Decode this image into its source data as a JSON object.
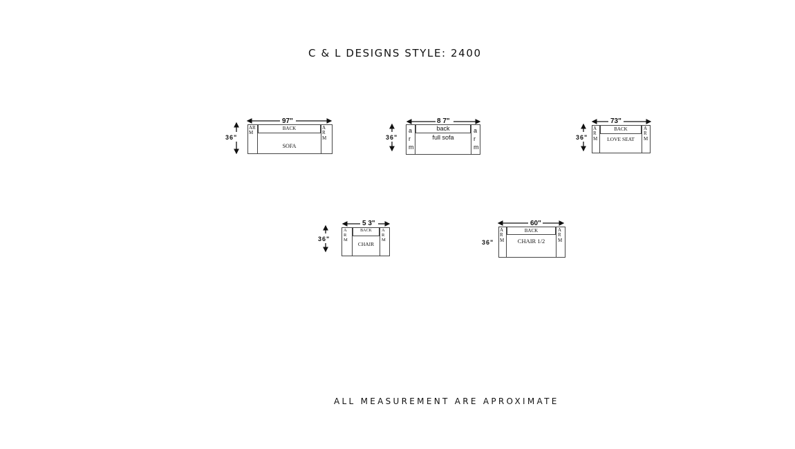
{
  "title": "C & L DESIGNS STYLE: 2400",
  "footer": "ALL MEASUREMENT ARE APROXIMATE",
  "units": {
    "sofa": {
      "width": "97\"",
      "depth": "36\"",
      "back": "BACK",
      "seat": "SOFA",
      "arm_left": "AR\nM",
      "arm_right": "A\nR\nM"
    },
    "full_sofa": {
      "width": "8 7\"",
      "depth": "36\"",
      "back": "back",
      "seat": "full sofa",
      "arm_left": "a\nr\nm",
      "arm_right": "a\nr\nm"
    },
    "love_seat": {
      "width": "73\"",
      "depth": "36\"",
      "back": "BACK",
      "seat": "LOVE SEAT",
      "arm_left": "A\nR\nM",
      "arm_right": "A\nR\nM"
    },
    "chair": {
      "width": "5 3\"",
      "depth": "36\"",
      "back": "BACK",
      "seat": "CHAIR",
      "arm_left": "A\nR\nM",
      "arm_right": "A\nR\nM"
    },
    "chair_half": {
      "width": "60\"",
      "depth": "36\"",
      "back": "BACK",
      "seat": "CHAIR 1/2",
      "arm_left": "A\nR\nM",
      "arm_right": "A\nR\nM"
    }
  }
}
